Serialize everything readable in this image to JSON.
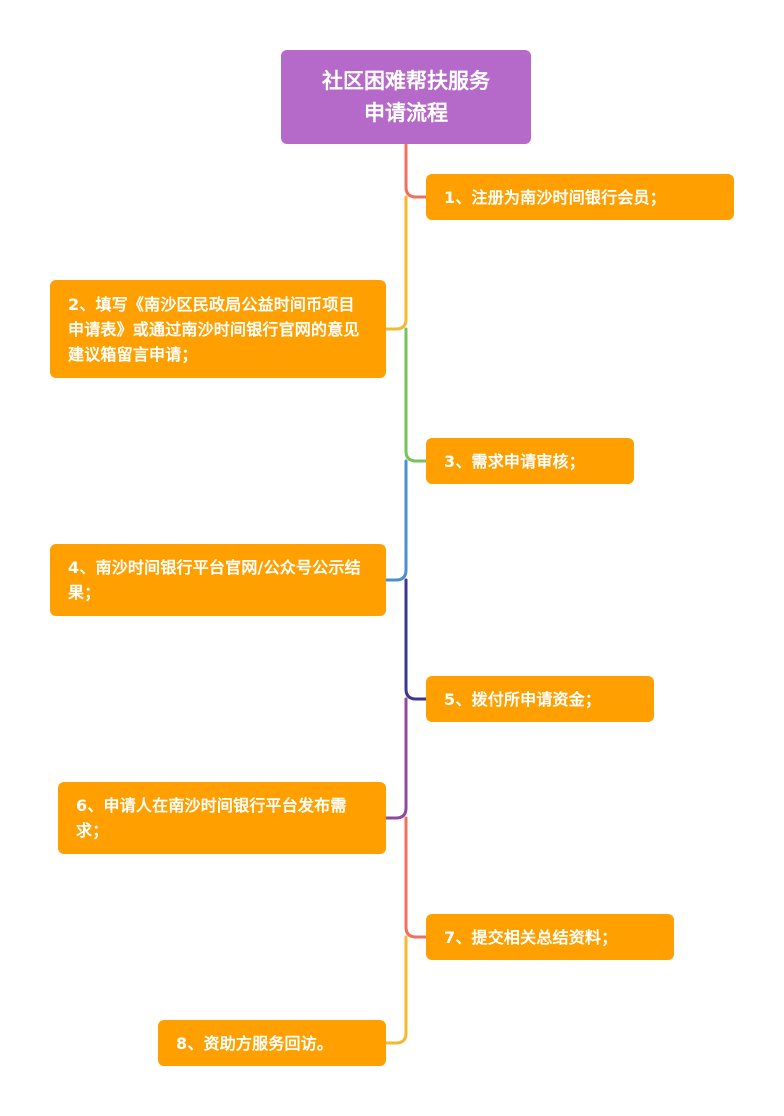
{
  "title_lines": [
    "社区困难帮扶服务",
    "申请流程"
  ],
  "steps": [
    {
      "text": "1、注册为南沙时间银行会员；",
      "side": "right"
    },
    {
      "text": "2、填写《南沙区民政局公益时间币项目申请表》或通过南沙时间银行官网的意见建议箱留言申请；",
      "side": "left"
    },
    {
      "text": "3、需求申请审核；",
      "side": "right"
    },
    {
      "text": "4、南沙时间银行平台官网/公众号公示结果；",
      "side": "left"
    },
    {
      "text": "5、拨付所申请资金；",
      "side": "right"
    },
    {
      "text": "6、申请人在南沙时间银行平台发布需求；",
      "side": "left"
    },
    {
      "text": "7、提交相关总结资料；",
      "side": "right"
    },
    {
      "text": "8、资助方服务回访。",
      "side": "left"
    }
  ],
  "colors": {
    "root_fill": "#b56ac9",
    "step_fill": "#ff9f00",
    "text": "#ffffff",
    "branch_colors": [
      "#f06f5f",
      "#f5b82e",
      "#76c35b",
      "#4a8fd6",
      "#3f3690",
      "#8e4b9c",
      "#f06f5f",
      "#f5b82e"
    ]
  }
}
